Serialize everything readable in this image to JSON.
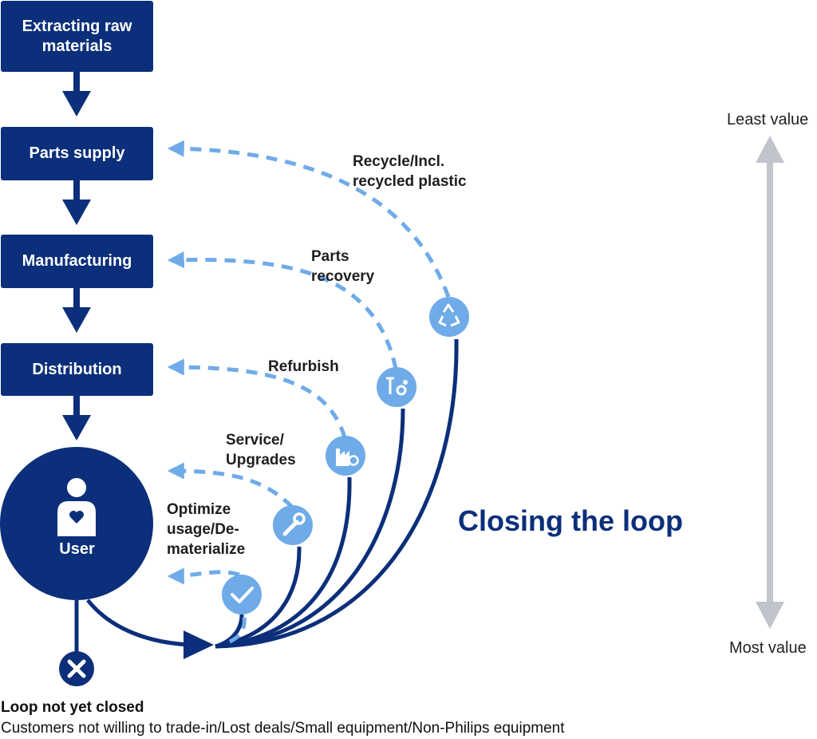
{
  "stages": [
    {
      "label": "Extracting raw materials"
    },
    {
      "label": "Parts supply"
    },
    {
      "label": "Manufacturing"
    },
    {
      "label": "Distribution"
    }
  ],
  "user": {
    "label": "User",
    "icon": "user-heart-icon"
  },
  "loops": [
    {
      "label_lines": [
        "Recycle/Incl.",
        "recycled plastic"
      ],
      "icon": "recycle-icon"
    },
    {
      "label_lines": [
        "Parts",
        "recovery"
      ],
      "icon": "parts-gear-icon"
    },
    {
      "label_lines": [
        "Refurbish"
      ],
      "icon": "factory-refresh-icon"
    },
    {
      "label_lines": [
        "Service/",
        "Upgrades"
      ],
      "icon": "wrench-icon"
    },
    {
      "label_lines": [
        "Optimize",
        "usage/De-",
        "materialize"
      ],
      "icon": "checkmark-icon"
    }
  ],
  "title": "Closing the loop",
  "value_axis": {
    "top_label": "Least value",
    "bottom_label": "Most value"
  },
  "not_closed": {
    "title": "Loop not yet closed",
    "text": "Customers not willing to trade-in/Lost deals/Small equipment/Non-Philips equipment",
    "icon": "x-circle-icon"
  },
  "colors": {
    "navy": "#0b2f7a",
    "light_blue": "#6fabe8",
    "axis_gray": "#c2c4cb"
  }
}
